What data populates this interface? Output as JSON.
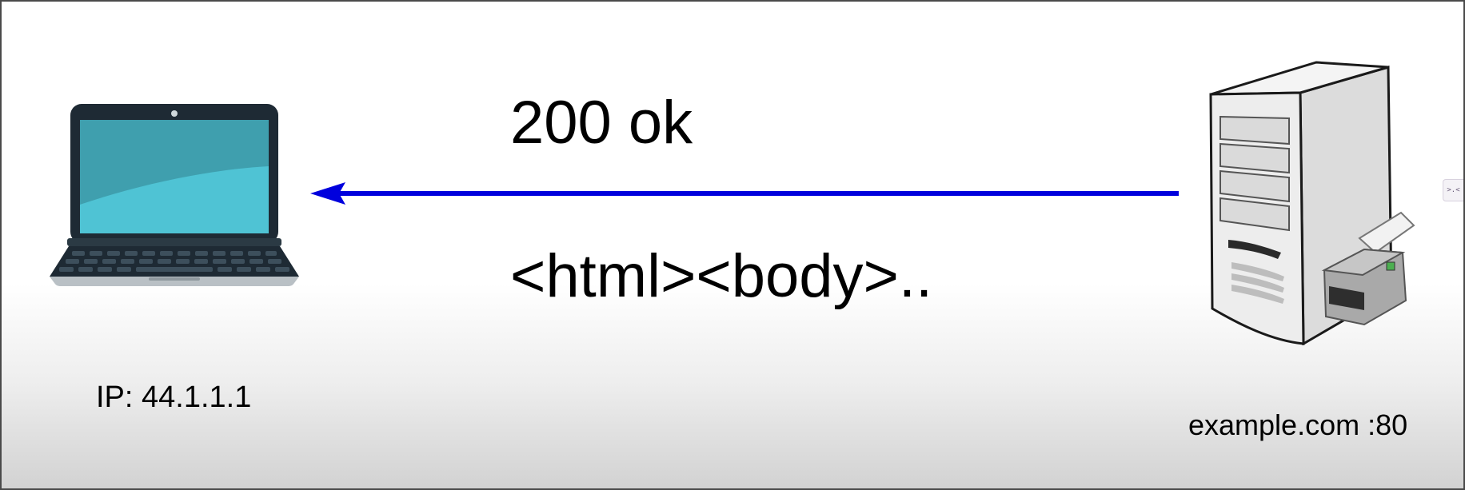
{
  "diagram": {
    "status_line": "200 ok",
    "response_body": "<html><body>..",
    "client_ip_label": "IP: 44.1.1.1",
    "server_host_label": "example.com :80",
    "side_tab_glyph": ">.<"
  },
  "colors": {
    "arrow": "#0000dd",
    "laptop_screen": "#4fc3d4",
    "laptop_body": "#1e2a34",
    "server_body": "#e9e9e9"
  },
  "icons": {
    "client": "laptop-icon",
    "server": "server-tower-icon",
    "printer": "printer-icon",
    "arrow": "arrow-left-icon"
  }
}
